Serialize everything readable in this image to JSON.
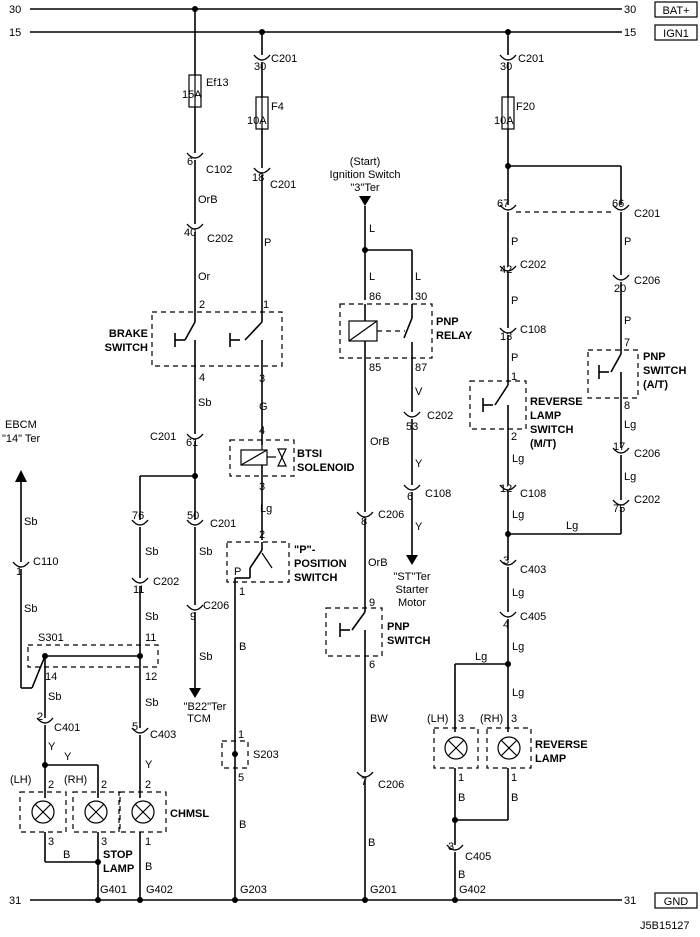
{
  "rails": {
    "bat_left": "30",
    "bat_right": "30",
    "bat_box": "BAT+",
    "ign_left": "15",
    "ign_right": "15",
    "ign_box": "IGN1",
    "gnd_left": "31",
    "gnd_right": "31",
    "gnd_box": "GND"
  },
  "fuses": {
    "ef13": "Ef13",
    "ef13_amp": "15A",
    "f4": "F4",
    "f4_amp": "10A",
    "f20": "F20",
    "f20_amp": "10A"
  },
  "wires": {
    "orb": "OrB",
    "or": "Or",
    "p": "P",
    "sb": "Sb",
    "g": "G",
    "lg": "Lg",
    "l": "L",
    "v": "V",
    "y": "Y",
    "b": "B",
    "bw": "BW"
  },
  "connectors": {
    "c201": "C201",
    "c102": "C102",
    "c202": "C202",
    "c206": "C206",
    "c108": "C108",
    "c110": "C110",
    "c401": "C401",
    "c403": "C403",
    "c405": "C405",
    "s301": "S301",
    "s203": "S203"
  },
  "pins": {
    "p1": "1",
    "p2": "2",
    "p3": "3",
    "p4": "4",
    "p5": "5",
    "p6": "6",
    "p7": "7",
    "p8": "8",
    "p9": "9",
    "p11": "11",
    "p12": "12",
    "p13": "13",
    "p14": "14",
    "p17": "17",
    "p18": "18",
    "p20": "20",
    "p30": "30",
    "p40": "40",
    "p42": "42",
    "p50": "50",
    "p53": "53",
    "p61": "61",
    "p66": "66",
    "p67": "67",
    "p75": "75",
    "p76": "76",
    "p85": "85",
    "p86": "86",
    "p87": "87"
  },
  "components": {
    "brake_switch_1": "BRAKE",
    "brake_switch_2": "SWITCH",
    "btsi_1": "BTSI",
    "btsi_2": "SOLENOID",
    "ppos_1": "\"P\"-",
    "ppos_2": "POSITION",
    "ppos_3": "SWITCH",
    "pnp_relay_1": "PNP",
    "pnp_relay_2": "RELAY",
    "pnp_switch_1": "PNP",
    "pnp_switch_2": "SWITCH",
    "pnp_at_1": "PNP",
    "pnp_at_2": "SWITCH",
    "pnp_at_3": "(A/T)",
    "rev_sw_1": "REVERSE",
    "rev_sw_2": "LAMP",
    "rev_sw_3": "SWITCH",
    "rev_sw_4": "(M/T)",
    "rev_lamp_1": "REVERSE",
    "rev_lamp_2": "LAMP",
    "stop_lamp_1": "STOP",
    "stop_lamp_2": "LAMP",
    "chmsl": "CHMSL",
    "lh": "(LH)",
    "rh": "(RH)"
  },
  "references": {
    "ebcm_1": "EBCM",
    "ebcm_2": "\"14\" Ter",
    "tcm_1": "\"B22\"Ter",
    "tcm_2": "TCM",
    "ign_sw_1": "(Start)",
    "ign_sw_2": "Ignition Switch",
    "ign_sw_3": "\"3\"Ter",
    "starter_1": "\"ST\"Ter",
    "starter_2": "Starter",
    "starter_3": "Motor"
  },
  "grounds": {
    "g401": "G401",
    "g402": "G402",
    "g203": "G203",
    "g201": "G201",
    "g402b": "G402"
  },
  "doc_id": "J5B15127"
}
